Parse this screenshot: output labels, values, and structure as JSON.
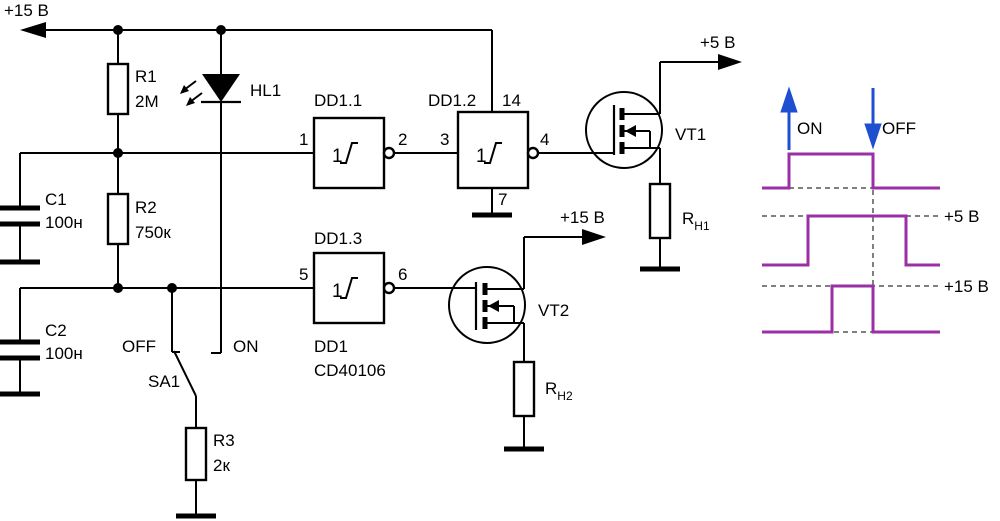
{
  "supply": {
    "main_rail": "+15 В",
    "vt1_out": "+5 В",
    "vt2_out": "+15 В"
  },
  "components": {
    "r1": {
      "name": "R1",
      "value": "2М"
    },
    "r2": {
      "name": "R2",
      "value": "750к"
    },
    "r3": {
      "name": "R3",
      "value": "2к"
    },
    "c1": {
      "name": "C1",
      "value": "100н"
    },
    "c2": {
      "name": "C2",
      "value": "100н"
    },
    "hl1": {
      "name": "HL1"
    },
    "dd11": {
      "name": "DD1.1"
    },
    "dd12": {
      "name": "DD1.2"
    },
    "dd13": {
      "name": "DD1.3"
    },
    "dd1": {
      "name": "DD1",
      "part": "CD40106"
    },
    "vt1": {
      "name": "VT1"
    },
    "vt2": {
      "name": "VT2"
    },
    "rh1": {
      "main": "R",
      "sub": "H1"
    },
    "rh2": {
      "main": "R",
      "sub": "H2"
    },
    "sa1": {
      "name": "SA1",
      "off": "OFF",
      "on": "ON"
    }
  },
  "pins": {
    "p1": "1",
    "p2": "2",
    "p3": "3",
    "p4": "4",
    "p5": "5",
    "p6": "6",
    "p7": "7",
    "p14": "14"
  },
  "timing": {
    "on_label": "ON",
    "off_label": "OFF",
    "level_5v": "+5 В",
    "level_15v": "+15 В"
  },
  "colors": {
    "waveform": "#9b30a6",
    "markers": "#1f4fd1"
  }
}
